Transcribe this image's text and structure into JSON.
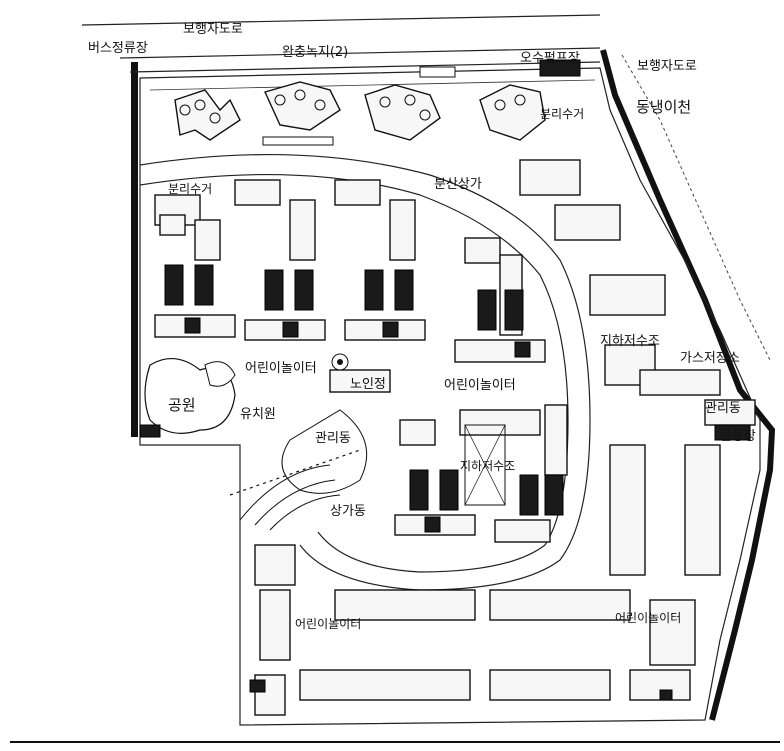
{
  "labels": {
    "bus_stop": "버스정류장",
    "pedestrian_road_top": "보행자도로",
    "pedestrian_road_right": "보행자도로",
    "buffer_green": "완충녹지(2)",
    "sewage_pump": "오수펌프장",
    "stream": "동냉이천",
    "waste_left": "분리수거",
    "waste_right": "분리수거",
    "shopping_branch": "분산상가",
    "playground_left": "어린이놀이터",
    "playground_mid": "어린이놀이터",
    "senior_center": "노인정",
    "park": "공원",
    "kindergarten": "유치원",
    "management_left": "관리동",
    "shopping_building": "상가동",
    "underground_parking_center": "지하저수조",
    "underground_reservoir_right": "지하저수조",
    "gas_storage": "가스저장소",
    "management_right": "관리동",
    "sports_field": "운동장",
    "playground_bottom_left": "어린이놀이터",
    "playground_bottom_right": "어린이놀이터"
  }
}
